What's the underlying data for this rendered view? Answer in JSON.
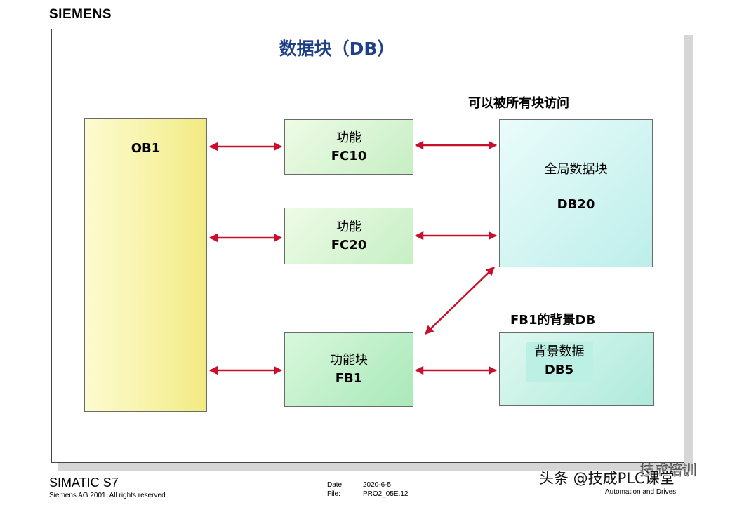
{
  "header": {
    "brand": "SIEMENS"
  },
  "slide": {
    "title": "数据块（DB）",
    "note_global_access": "可以被所有块访问",
    "note_instance_db": "FB1的背景DB"
  },
  "blocks": {
    "ob1": {
      "name": "OB1"
    },
    "fc10": {
      "label": "功能",
      "name": "FC10"
    },
    "fc20": {
      "label": "功能",
      "name": "FC20"
    },
    "fb1": {
      "label": "功能块",
      "name": "FB1"
    },
    "db20": {
      "label": "全局数据块",
      "name": "DB20"
    },
    "db5": {
      "label": "背景数据",
      "name": "DB5"
    }
  },
  "colors": {
    "arrow": "#c8102e",
    "title": "#1f3f86"
  },
  "footer": {
    "product": "SIMATIC S7",
    "copyright": "Siemens AG 2001. All rights reserved.",
    "date_label": "Date:",
    "date_value": "2020-6-5",
    "file_label": "File:",
    "file_value": "PRO2_05E.12",
    "division": "Automation and Drives"
  },
  "watermark": {
    "text": "头条 @技成PLC课堂",
    "logo": "技成培训"
  }
}
